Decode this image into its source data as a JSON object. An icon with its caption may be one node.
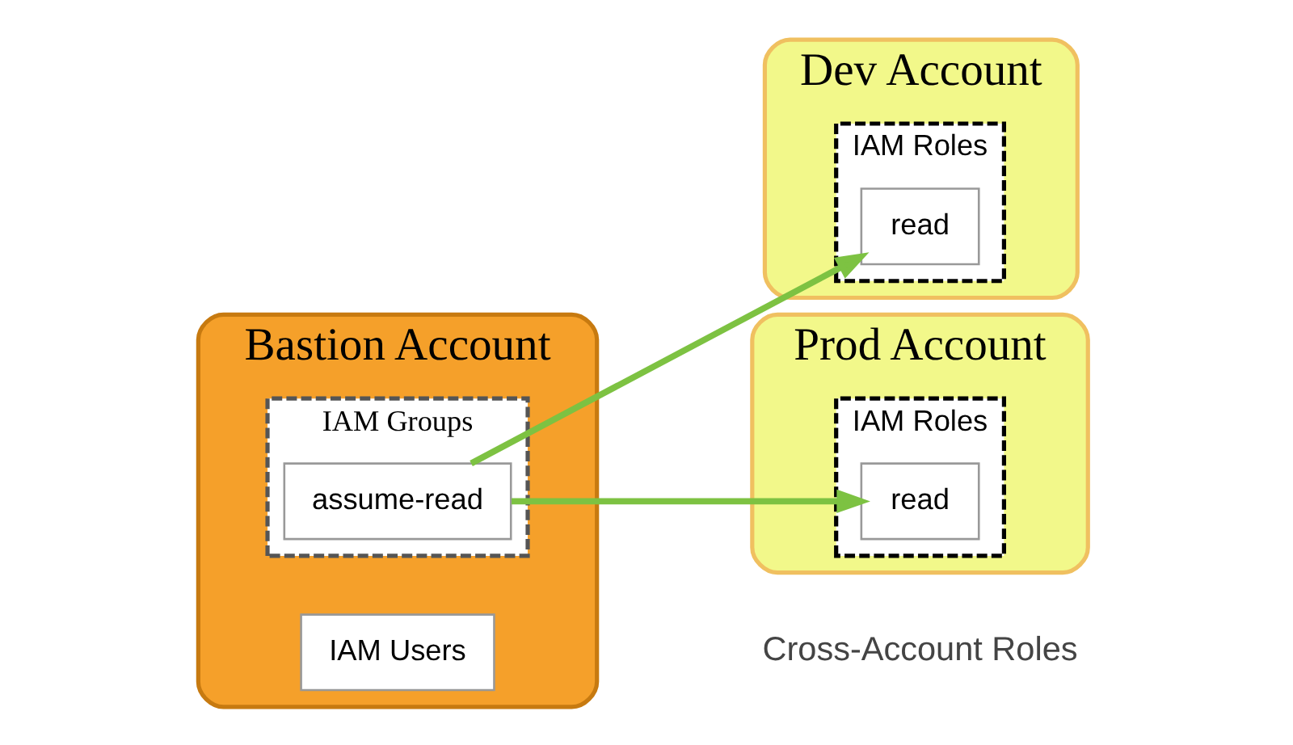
{
  "diagram": {
    "nodes": [
      {
        "text": [
          "Bastion Account"
        ]
      },
      {
        "text": [
          "IAM Users"
        ],
        "in": 0
      },
      {
        "text": [
          "IAM Groups"
        ],
        "in": 0
      },
      {
        "text": [
          "assume-read"
        ],
        "in": 2
      },
      {
        "text": [
          "Dev Account"
        ]
      },
      {
        "text": [
          "IAM Roles"
        ],
        "in": 4
      },
      {
        "text": [
          "read"
        ],
        "in": 5
      },
      {
        "text": [
          "Prod Account"
        ]
      },
      {
        "text": [
          "IAM Roles"
        ],
        "in": 7
      },
      {
        "text": [
          "read"
        ],
        "in": 8
      }
    ],
    "edges": [
      {
        "from": 3,
        "to": 6,
        "arrow": "to"
      },
      {
        "from": 3,
        "to": 9,
        "arrow": "to"
      }
    ],
    "labels": [
      "Cross-Account Roles"
    ]
  }
}
